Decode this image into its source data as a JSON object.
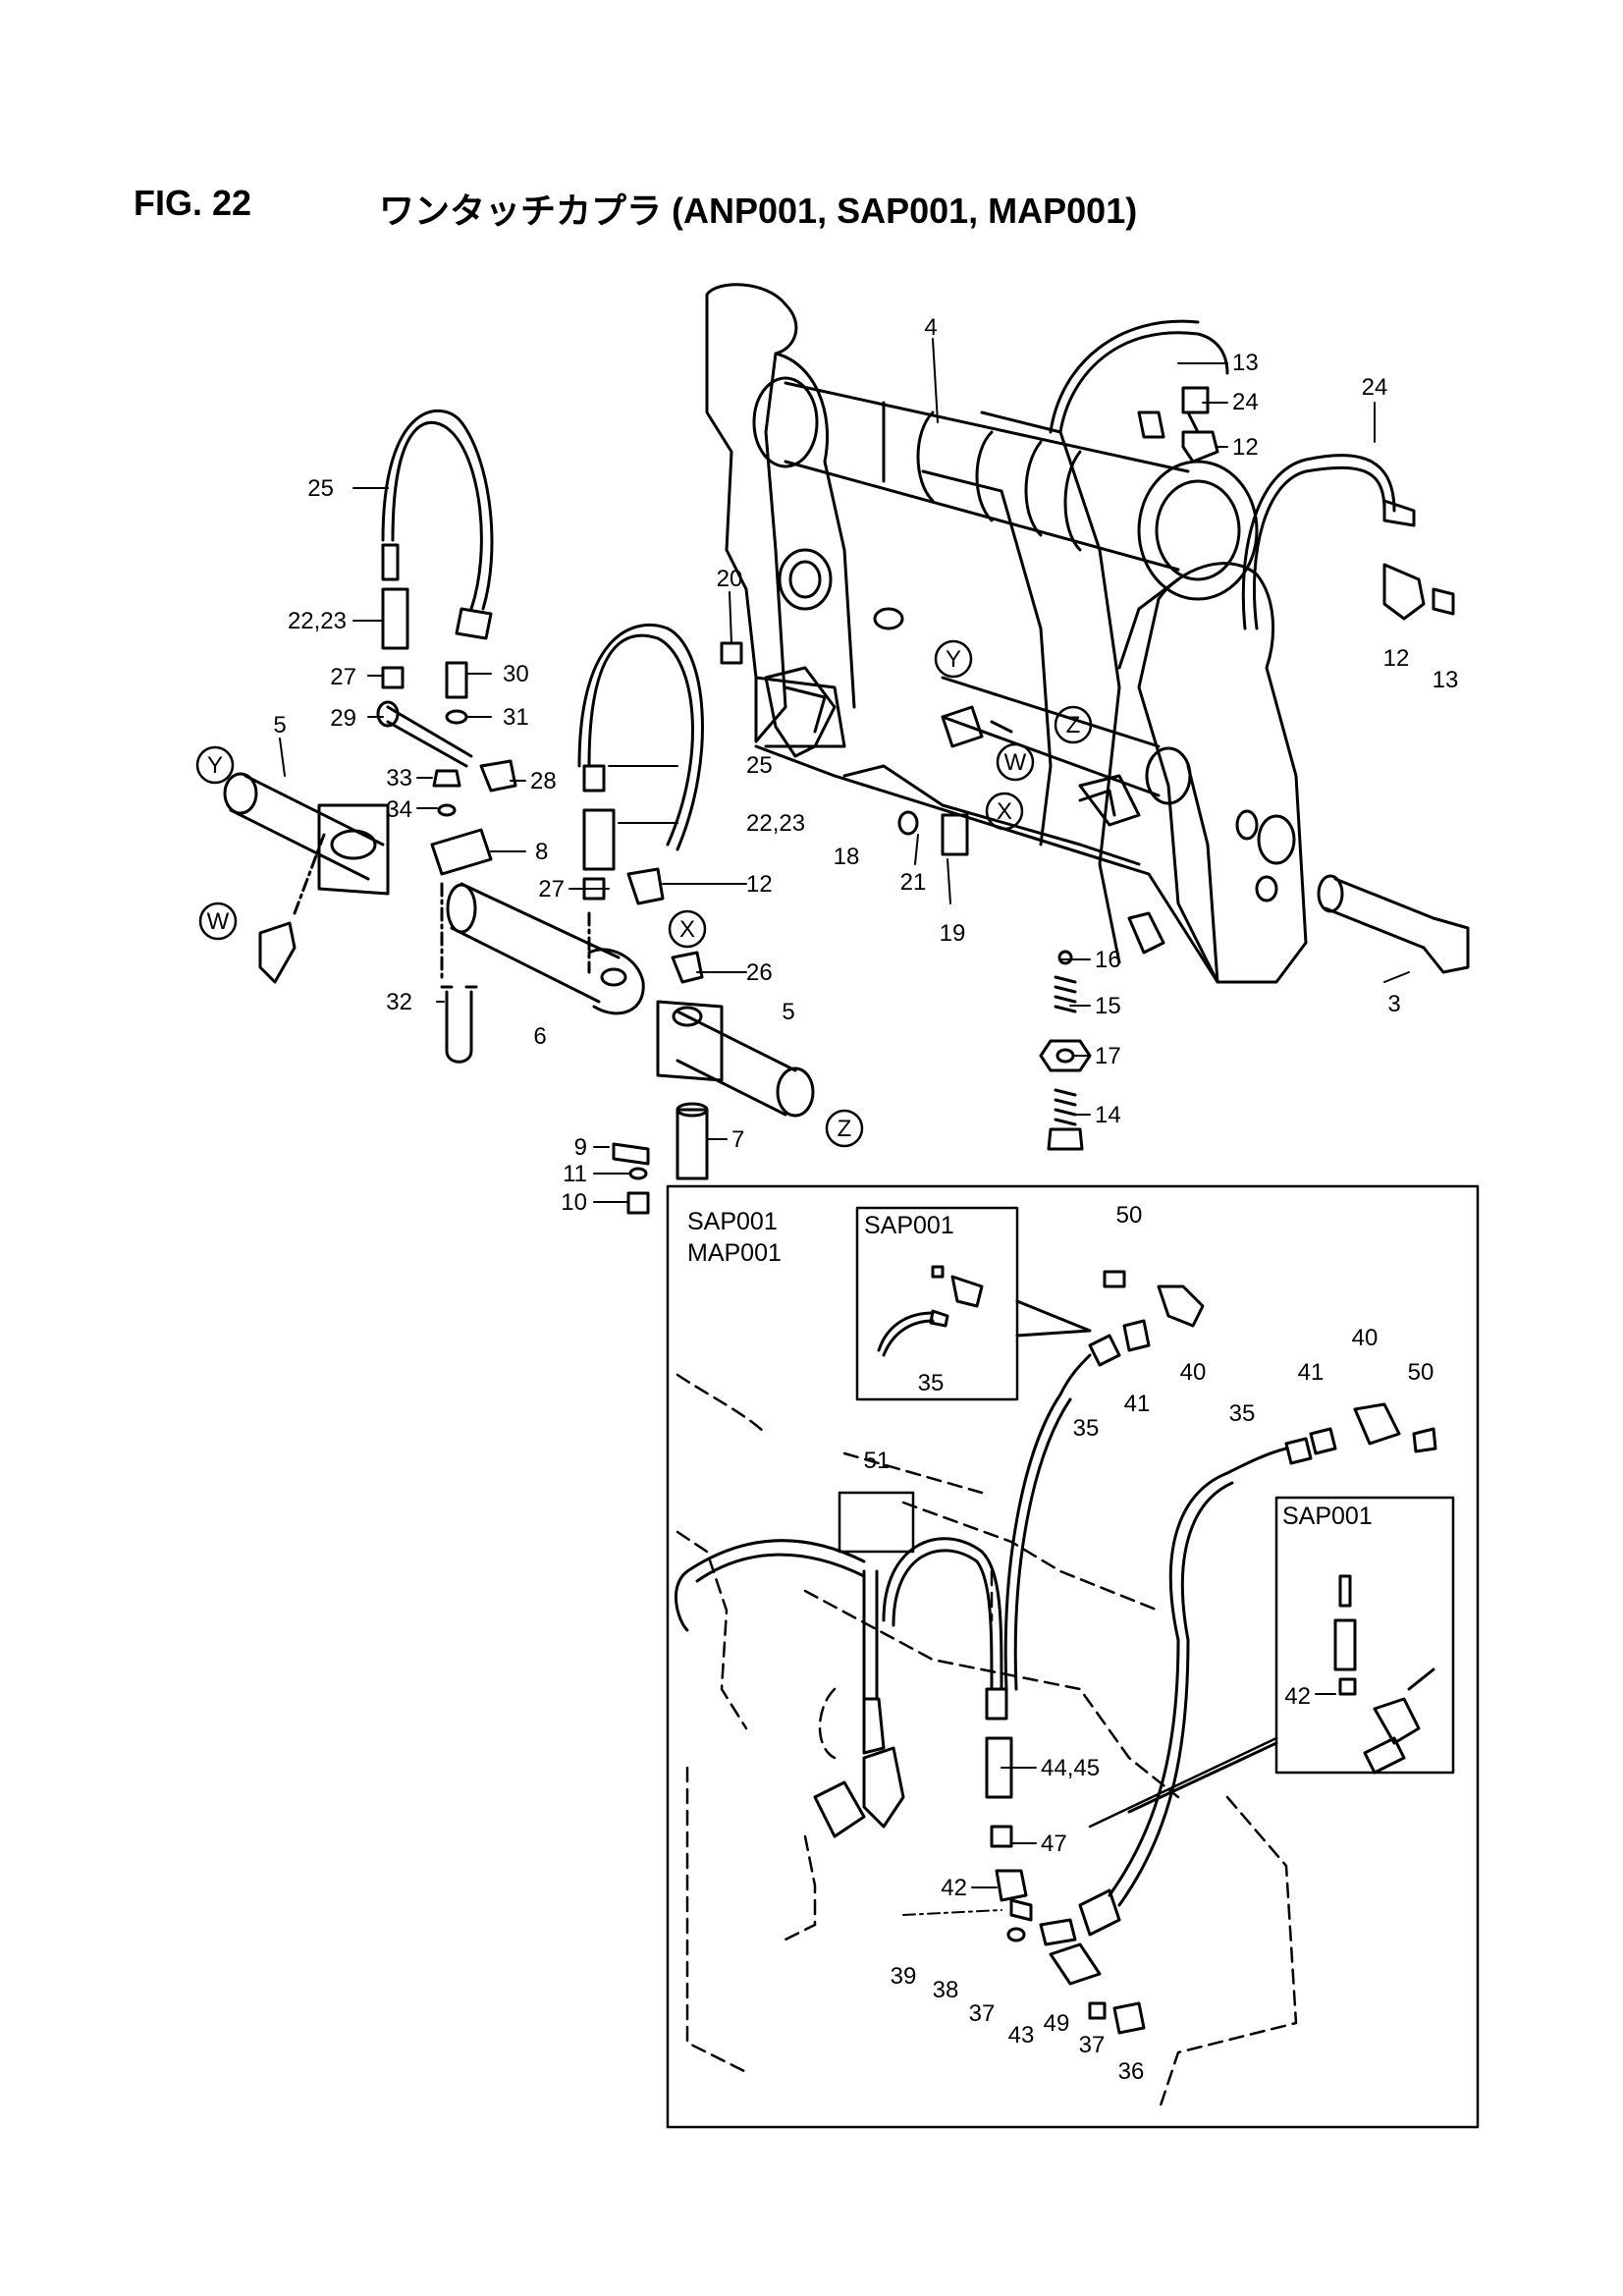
{
  "figure": {
    "number": "FIG. 22",
    "title": "ワンタッチカプラ (ANP001, SAP001, MAP001)"
  },
  "detail_box": {
    "label_line1": "SAP001",
    "label_line2": "MAP001"
  },
  "insets": {
    "top": "SAP001",
    "right": "SAP001"
  },
  "section_markers": [
    "Y",
    "W",
    "X",
    "Z"
  ],
  "part_labels": [
    "4",
    "13",
    "24",
    "12",
    "24",
    "25",
    "22,23",
    "27",
    "30",
    "29",
    "31",
    "5",
    "33",
    "28",
    "34",
    "8",
    "20",
    "Y",
    "W",
    "X",
    "Z",
    "25",
    "22,23",
    "27",
    "12",
    "18",
    "21",
    "19",
    "12",
    "13",
    "W",
    "X",
    "26",
    "32",
    "6",
    "5",
    "16",
    "15",
    "17",
    "14",
    "3",
    "9",
    "7",
    "11",
    "10",
    "Z",
    "Y",
    "50",
    "40",
    "41",
    "35",
    "35",
    "41",
    "40",
    "50",
    "35",
    "51",
    "42",
    "44,45",
    "47",
    "42",
    "39",
    "38",
    "37",
    "43",
    "49",
    "37",
    "36"
  ],
  "colors": {
    "line": "#000000",
    "background": "#ffffff"
  }
}
